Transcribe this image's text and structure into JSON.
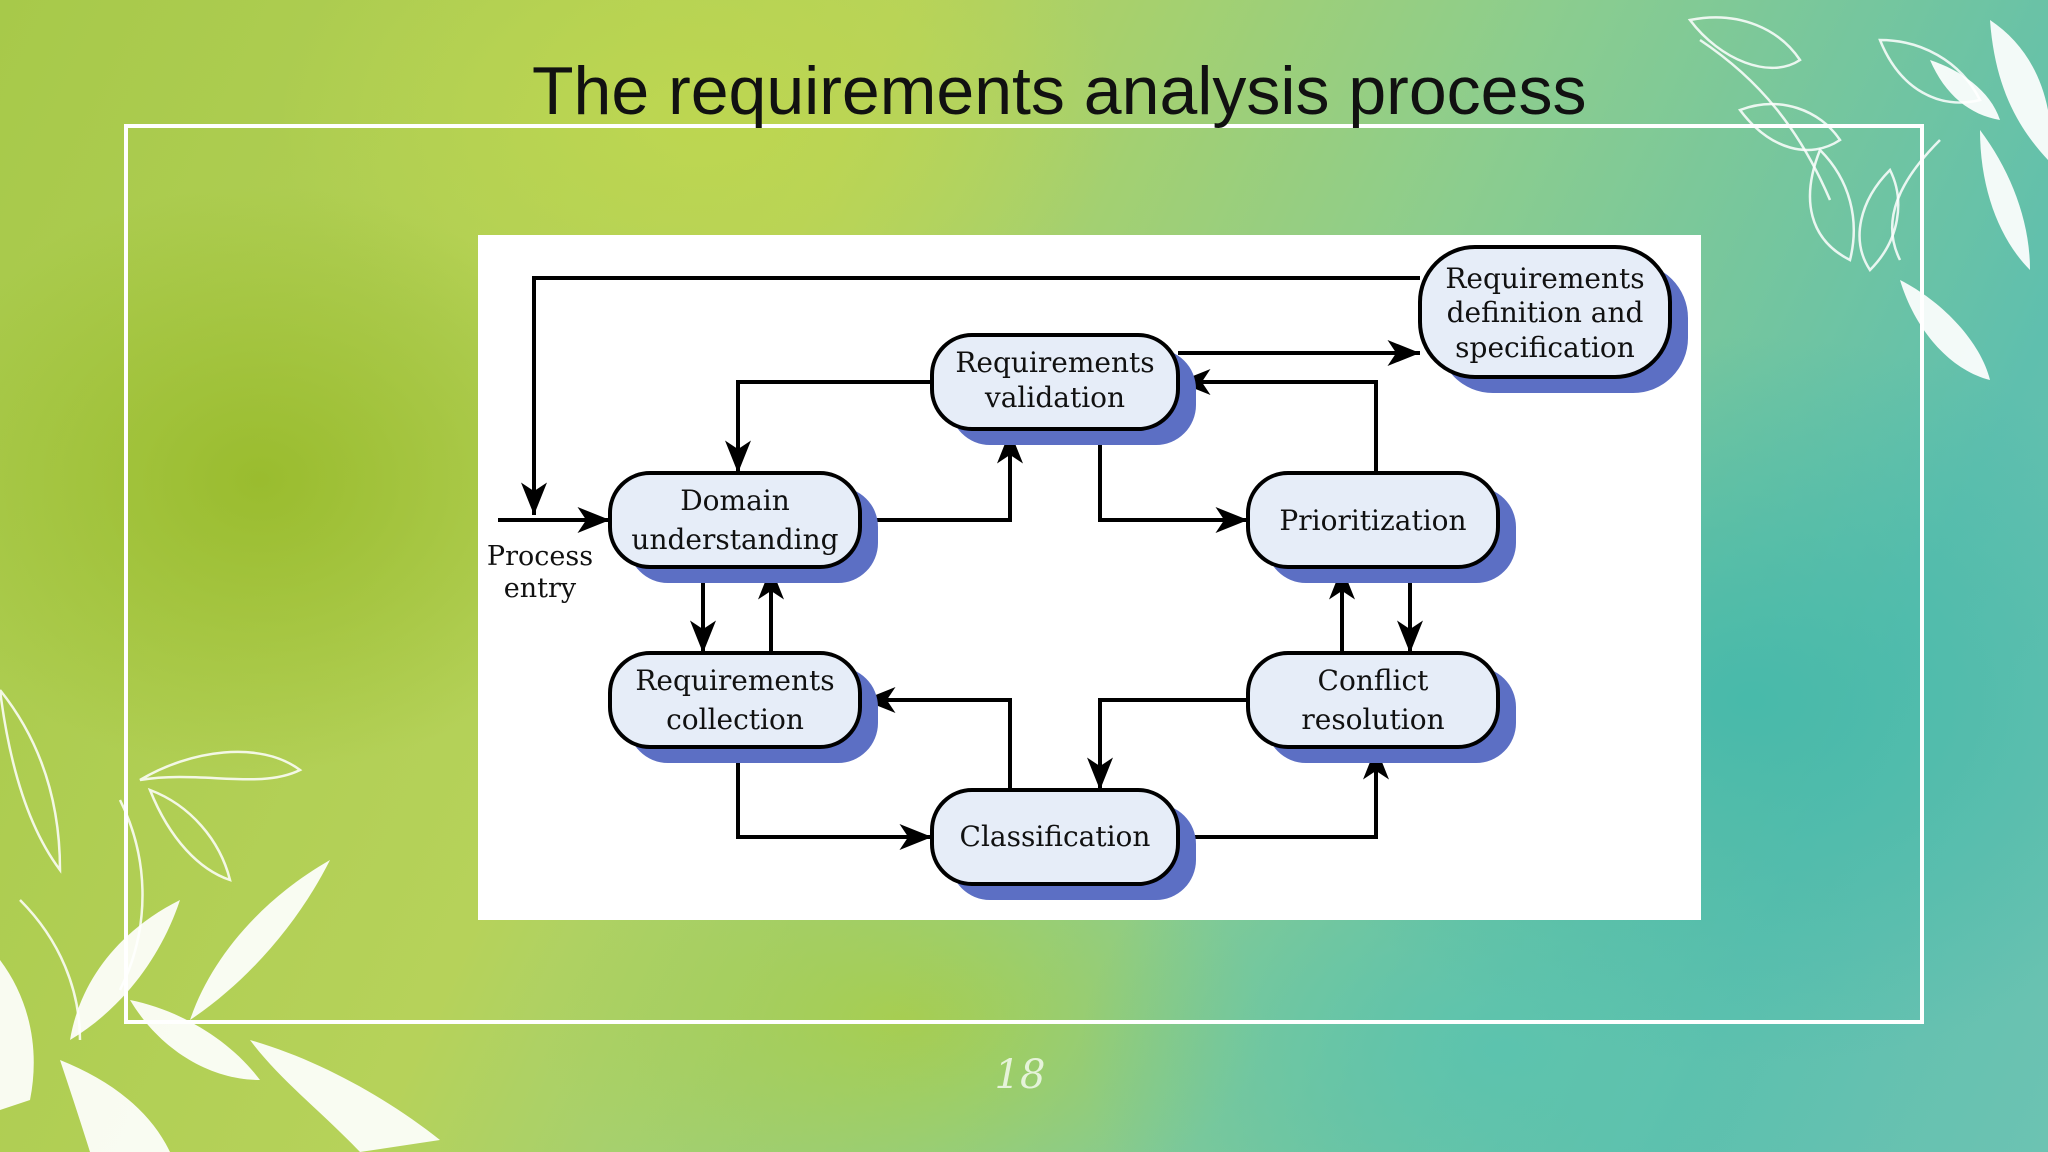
{
  "slide": {
    "title": "The requirements analysis process",
    "page_number": "18"
  },
  "diagram": {
    "process_entry": {
      "line1": "Process",
      "line2": "entry"
    },
    "nodes": {
      "domain_understanding": {
        "line1": "Domain",
        "line2": "understanding"
      },
      "requirements_validation": {
        "line1": "Requirements",
        "line2": "validation"
      },
      "requirements_definition": {
        "line1": "Requirements",
        "line2": "definition and",
        "line3": "specification"
      },
      "prioritization": {
        "line1": "Prioritization"
      },
      "requirements_collection": {
        "line1": "Requirements",
        "line2": "collection"
      },
      "conflict_resolution": {
        "line1": "Conflict",
        "line2": "resolution"
      },
      "classification": {
        "line1": "Classification"
      }
    }
  },
  "colors": {
    "node_fill": "#e6edf8",
    "node_shadow": "#5c6fc4",
    "frame": "#ffffff",
    "title_text": "#111111"
  }
}
